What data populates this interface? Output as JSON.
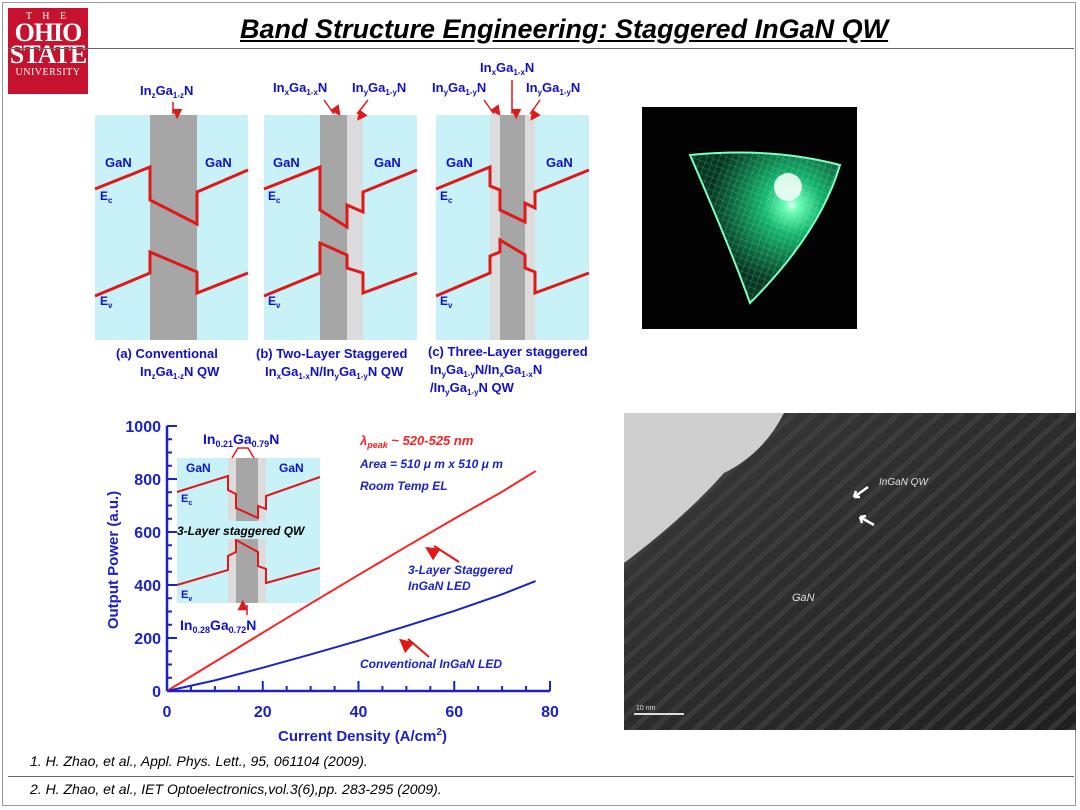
{
  "logo": {
    "line1": "T H E",
    "line2": "OHIO",
    "line3": "STATE",
    "line4": "UNIVERSITY"
  },
  "title": "Band Structure Engineering: Staggered InGaN QW",
  "diagrams": {
    "a": {
      "well_label": "In_zGa_1-zN",
      "left": "GaN",
      "right": "GaN",
      "ec": "E_c",
      "ev": "E_v",
      "caption1": "(a)  Conventional",
      "caption2": "In_zGa_1-zN QW"
    },
    "b": {
      "well_label1": "In_xGa_1-xN",
      "well_label2": "In_yGa_1-yN",
      "left": "GaN",
      "right": "GaN",
      "ec": "E_c",
      "ev": "E_v",
      "caption1": "(b) Two-Layer Staggered",
      "caption2": "In_xGa_1-xN/In_yGa_1-yN QW"
    },
    "c": {
      "top_label": "In_xGa_1-xN",
      "well_label1": "In_yGa_1-yN",
      "well_label2": "In_yGa_1-yN",
      "left": "GaN",
      "right": "GaN",
      "ec": "E_c",
      "ev": "E_v",
      "caption1": "(c) Three-Layer staggered",
      "caption2": "In_yGa_1-yN/In_xGa_1-xN",
      "caption3": "/In_yGa_1-yN QW"
    }
  },
  "tem": {
    "label_qw": "InGaN  QW",
    "label_gan": "GaN",
    "scale": "10 nm"
  },
  "chart_data": {
    "type": "line",
    "xlabel": "Current Density (A/cm^2)",
    "ylabel": "Output Power (a.u.)",
    "xlim": [
      0,
      80
    ],
    "ylim": [
      0,
      1000
    ],
    "xticks": [
      0,
      20,
      40,
      60,
      80
    ],
    "yticks": [
      0,
      200,
      400,
      600,
      800,
      1000
    ],
    "series": [
      {
        "name": "3-Layer Staggered InGaN LED",
        "color": "#ff2020",
        "x": [
          0,
          10,
          20,
          30,
          40,
          50,
          60,
          70,
          77
        ],
        "y": [
          0,
          110,
          220,
          330,
          438,
          545,
          650,
          752,
          830
        ]
      },
      {
        "name": "Conventional InGaN LED",
        "color": "#1a22c8",
        "x": [
          0,
          10,
          20,
          30,
          40,
          50,
          60,
          70,
          77
        ],
        "y": [
          0,
          40,
          88,
          138,
          190,
          245,
          302,
          365,
          415
        ]
      }
    ],
    "annotations": {
      "peak": "λ_peak ~ 520-525 nm",
      "area": "Area = 510 μ m x 510 μ m",
      "room": "Room Temp EL",
      "staggered_label1": "3-Layer Staggered",
      "staggered_label2": "InGaN LED",
      "conventional_label": "Conventional InGaN LED"
    },
    "inset": {
      "top_label": "In_0.21Ga_0.79N",
      "bottom_label": "In_0.28Ga_0.72N",
      "left": "GaN",
      "right": "GaN",
      "ec": "E_c",
      "ev": "E_v",
      "qw": "3-Layer staggered QW"
    }
  },
  "references": [
    "1. H. Zhao, et al., Appl. Phys. Lett., 95, 061104 (2009).",
    "2. H. Zhao, et al., IET Optoelectronics,vol.3(6),pp. 283-295 (2009)."
  ]
}
